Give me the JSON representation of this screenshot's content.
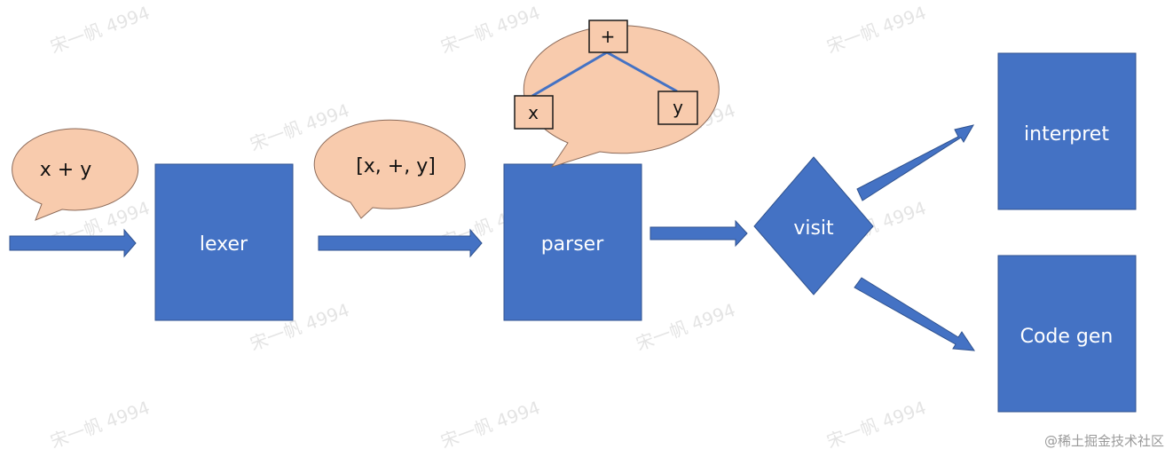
{
  "colors": {
    "block": "#4472c4",
    "block_edge": "#2f528f",
    "bubble": "#f8cbad",
    "bubble_edge": "#8c6b5a",
    "ast_line": "#4472c4"
  },
  "nodes": {
    "lexer": "lexer",
    "parser": "parser",
    "visit": "visit",
    "interpret": "interpret",
    "codegen": "Code gen"
  },
  "bubbles": {
    "source": "x + y",
    "tokens": "[x, +, y]"
  },
  "ast": {
    "root": "+",
    "left": "x",
    "right": "y"
  },
  "watermark": "宋一帆 4994",
  "credit": "@稀土掘金技术社区"
}
